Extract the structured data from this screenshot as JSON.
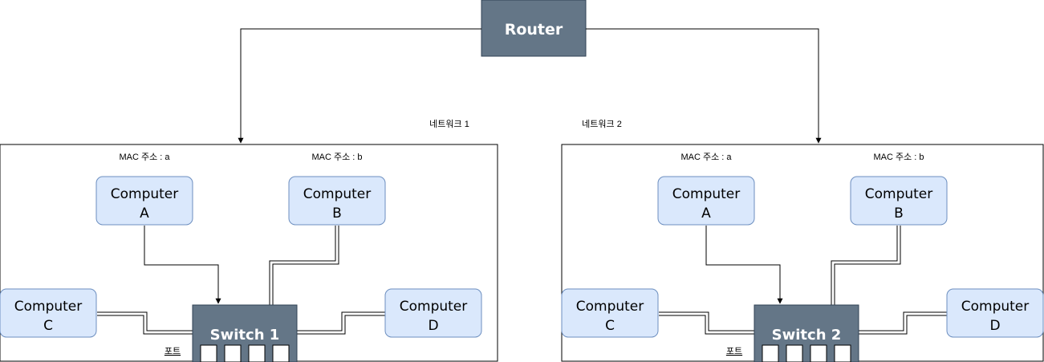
{
  "router": {
    "label": "Router"
  },
  "colors": {
    "router_fill": "#647687",
    "switch_fill": "#647687",
    "computer_fill": "#dae8fc",
    "computer_stroke": "#6c8ebf",
    "line": "#000000"
  },
  "networks": [
    {
      "label": "네트워크 1",
      "mac_a": "MAC 주소 : a",
      "mac_b": "MAC 주소 : b",
      "computer_a": [
        "Computer",
        "A"
      ],
      "computer_b": [
        "Computer",
        "B"
      ],
      "computer_c": [
        "Computer",
        "C"
      ],
      "computer_d": [
        "Computer",
        "D"
      ],
      "switch_label": "Switch 1",
      "port_label": "포트"
    },
    {
      "label": "네트워크 2",
      "mac_a": "MAC 주소 : a",
      "mac_b": "MAC 주소 : b",
      "computer_a": [
        "Computer",
        "A"
      ],
      "computer_b": [
        "Computer",
        "B"
      ],
      "computer_c": [
        "Computer",
        "C"
      ],
      "computer_d": [
        "Computer",
        "D"
      ],
      "switch_label": "Switch 2",
      "port_label": "포트"
    }
  ]
}
